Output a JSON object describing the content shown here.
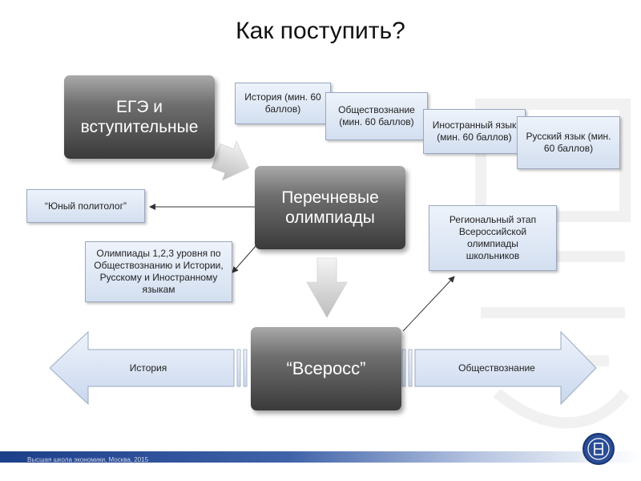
{
  "title": "Как поступить?",
  "boxes": {
    "ege": "ЕГЭ и вступительные",
    "olympiads_list": "Перечневые олимпиады",
    "vseross": "“Всеросс”",
    "young_politologist": "“Юный политолог”",
    "olympiad_levels": "Олимпиады 1,2,3 уровня по Обществознанию и Истории, Русскому и Иностранному языкам",
    "regional_stage": "Региональный этап Всероссийской олимпиады школьников"
  },
  "exams": [
    "История (мин. 60 баллов)",
    "Обществознание (мин. 60 баллов)",
    "Иностранный язык (мин. 60 баллов)",
    "Русский язык (мин. 60 баллов)"
  ],
  "arrows": {
    "left": "История",
    "right": "Обществознание"
  },
  "footer": "Высшая школа экономики, Москва, 2015",
  "colors": {
    "dark_box": "#4a4a4a",
    "blue_box": "#d3dff0",
    "footer_blue": "#1c3f8a"
  },
  "icons": [
    "university-seal-icon"
  ]
}
